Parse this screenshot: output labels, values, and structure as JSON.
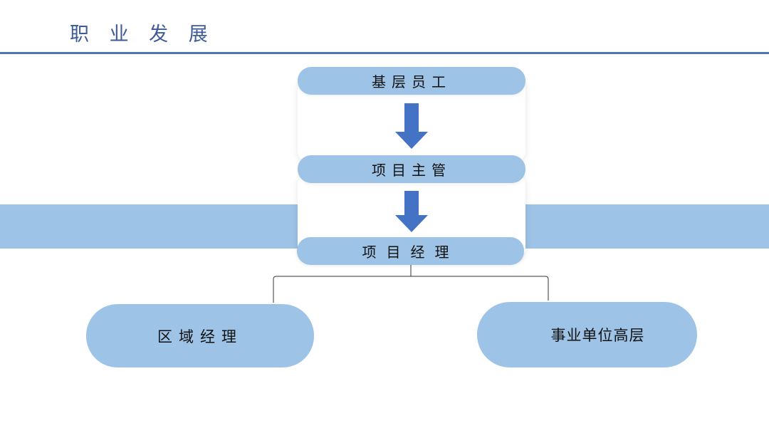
{
  "title": "职 业 发 展",
  "levels": [
    {
      "label": "基层员工"
    },
    {
      "label": "项目主管"
    },
    {
      "label": "项目经理"
    }
  ],
  "branches": [
    {
      "label": "区域经理"
    },
    {
      "label": "事业单位高层"
    }
  ],
  "colors": {
    "pill": "#9dc3e6",
    "band": "#9dc3e6",
    "arrow": "#4472c4",
    "title": "#3d5a99",
    "rule": "#4a78b5",
    "connector": "#333333"
  }
}
